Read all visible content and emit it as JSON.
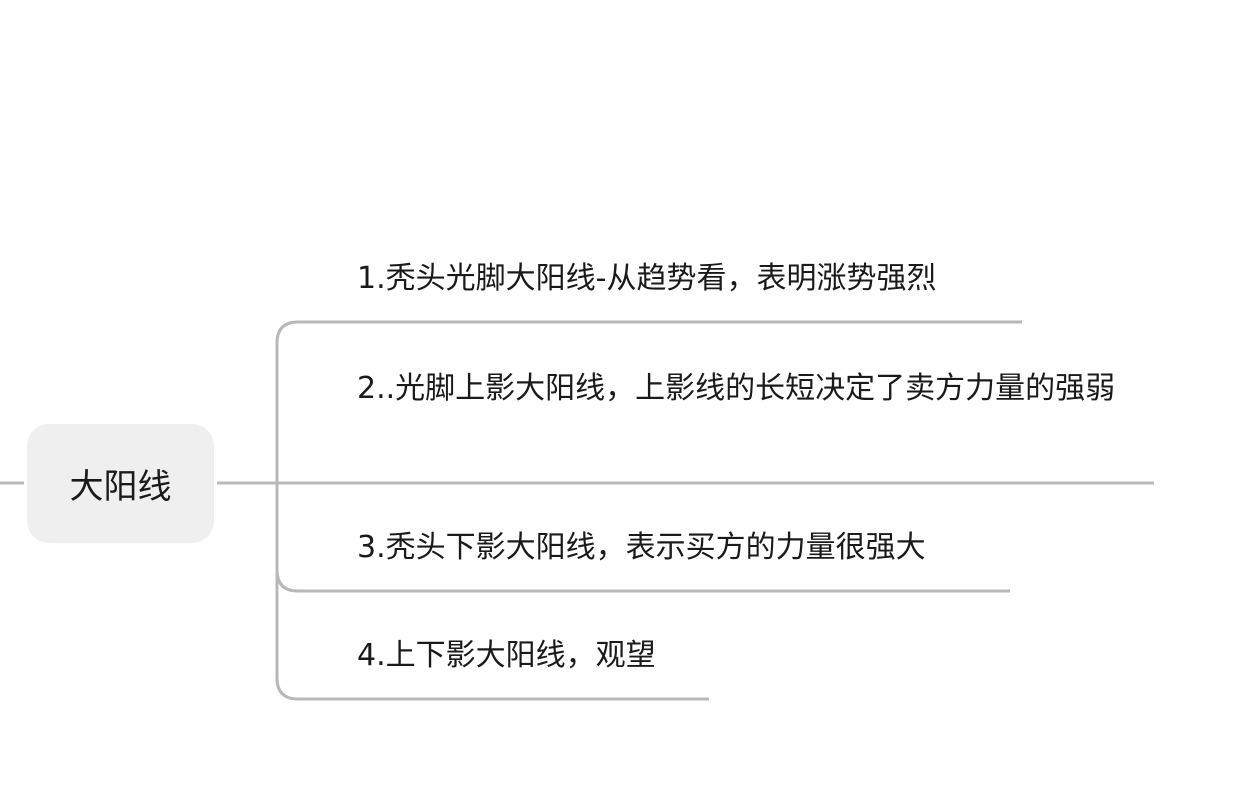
{
  "mindmap": {
    "root": {
      "label": "大阳线"
    },
    "branches": [
      {
        "label": "1.秃头光脚大阳线-从趋势看，表明涨势强烈"
      },
      {
        "label": "2..光脚上影大阳线，上影线的长短决定了卖方力量的强弱"
      },
      {
        "label": "3.秃头下影大阳线，表示买方的力量很强大"
      },
      {
        "label": "4.上下影大阳线，观望"
      }
    ],
    "colors": {
      "connector": "#b8b8b8",
      "root_fill": "#efefef",
      "text": "#1a1a1a"
    }
  }
}
